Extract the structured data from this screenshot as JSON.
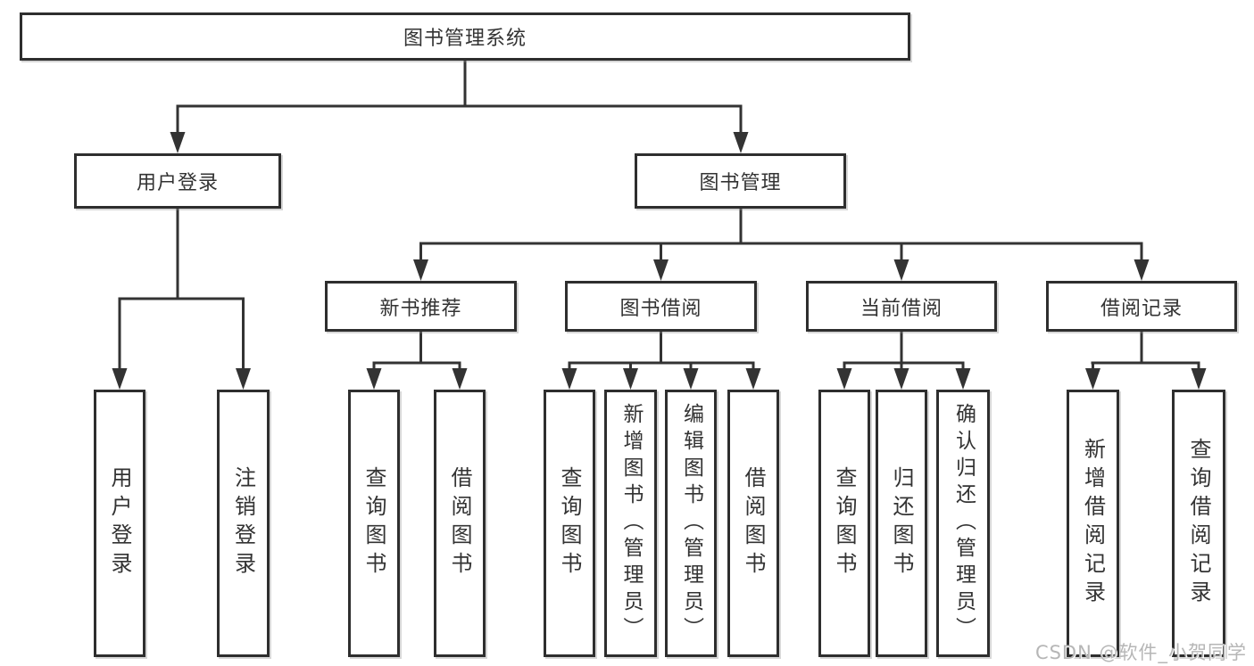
{
  "diagram": {
    "root": {
      "label": "图书管理系统"
    },
    "level2": [
      {
        "id": "user-login",
        "label": "用户登录"
      },
      {
        "id": "book-management",
        "label": "图书管理"
      }
    ],
    "level3": [
      {
        "id": "new-book-recommend",
        "label": "新书推荐"
      },
      {
        "id": "book-borrow",
        "label": "图书借阅"
      },
      {
        "id": "current-borrow",
        "label": "当前借阅"
      },
      {
        "id": "borrow-records",
        "label": "借阅记录"
      }
    ],
    "leaves": {
      "user_login": [
        "用户登录",
        "注销登录"
      ],
      "new_book_recommend": [
        "查询图书",
        "借阅图书"
      ],
      "book_borrow": [
        "查询图书",
        "新增图书（管理员）",
        "编辑图书（管理员）",
        "借阅图书"
      ],
      "current_borrow": [
        "查询图书",
        "归还图书",
        "确认归还（管理员）"
      ],
      "borrow_records": [
        "新增借阅记录",
        "查询借阅记录"
      ]
    }
  },
  "watermark": {
    "text": "CSDN @软件_小贺同学"
  },
  "colors": {
    "line": "#333333",
    "box_border": "#2e2e2e",
    "box_fill": "#ffffff",
    "text": "#333333",
    "watermark": "#b6b6b6",
    "background": "#ffffff"
  }
}
